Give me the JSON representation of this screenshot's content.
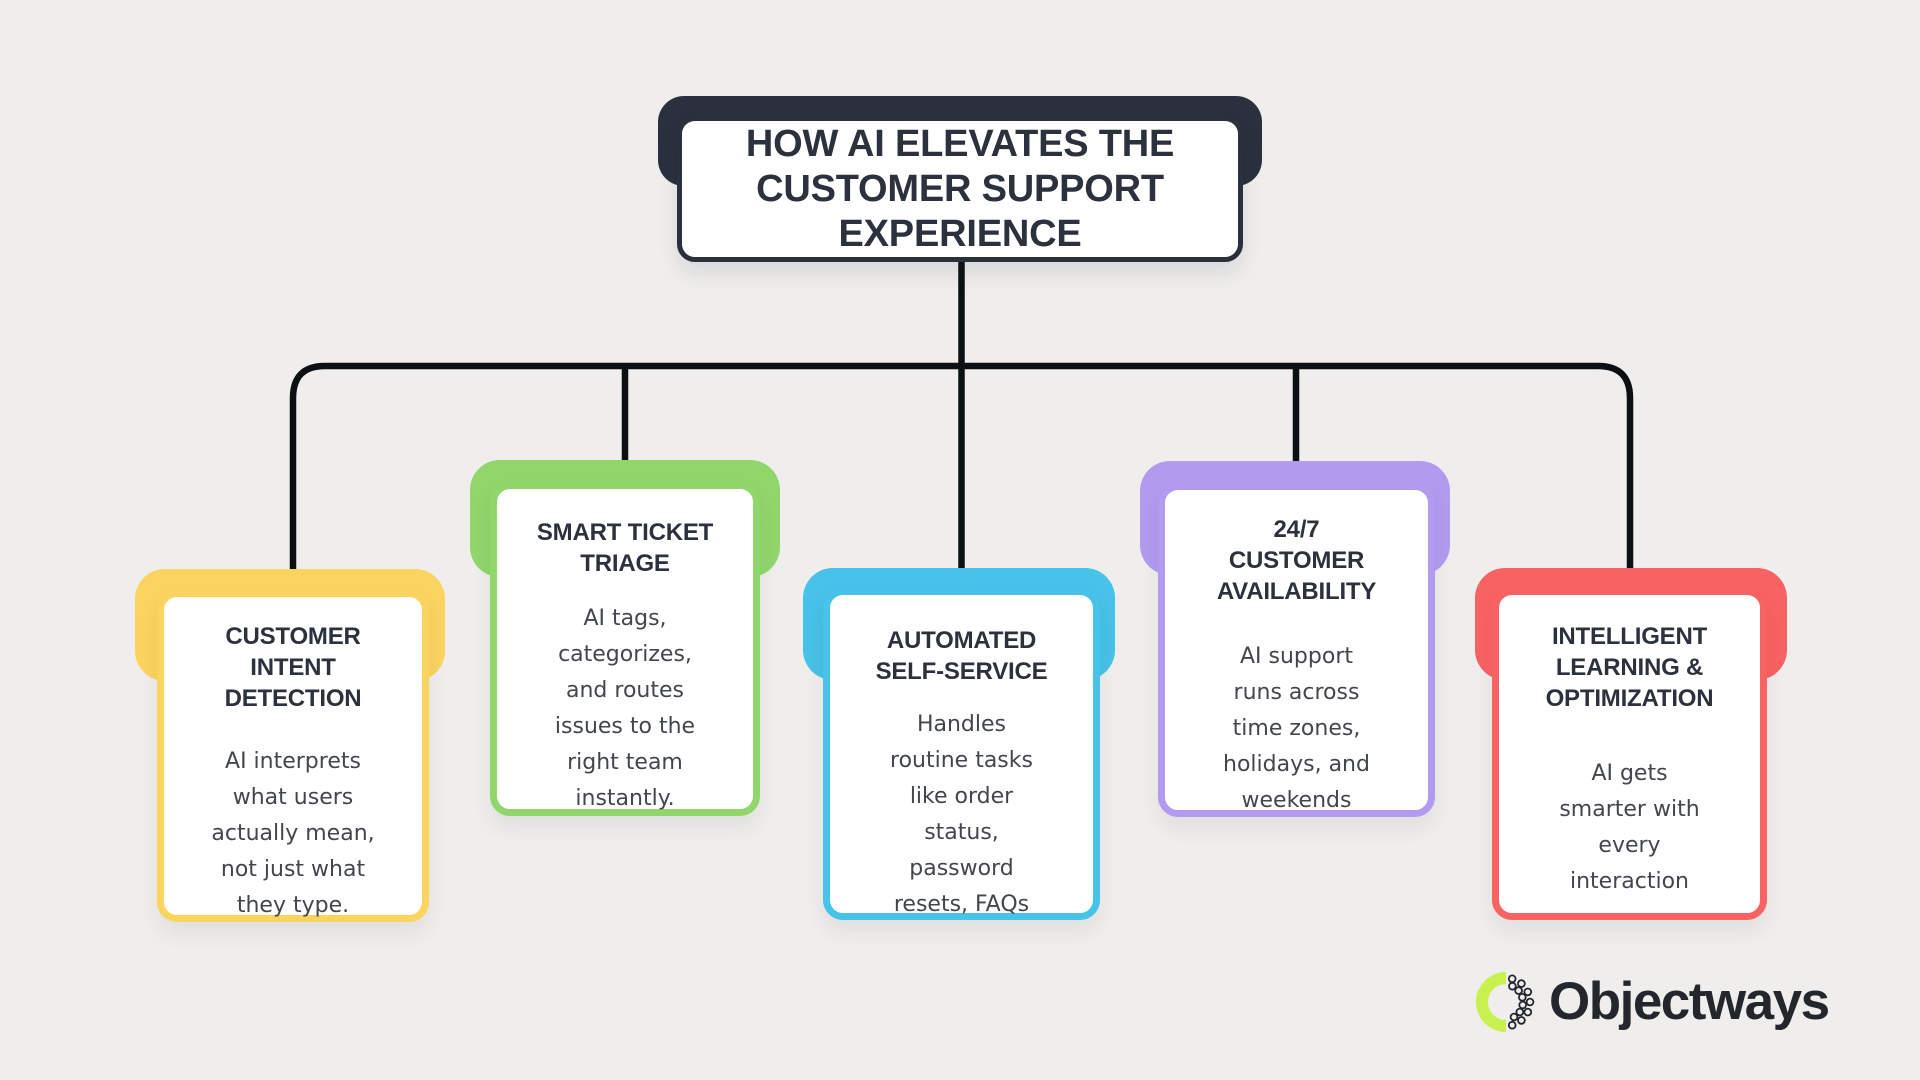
{
  "colors": {
    "background": "#efeeec",
    "connector": "#0d1013",
    "title_panel": "#2a303e",
    "heading_text": "#2b313d",
    "body_text": "#42474e"
  },
  "title": {
    "text": "HOW AI ELEVATES THE CUSTOMER SUPPORT EXPERIENCE"
  },
  "cards": [
    {
      "heading": "CUSTOMER INTENT DETECTION",
      "body": "AI interprets what users actually mean, not just what they type.",
      "accent": "#fbd35f"
    },
    {
      "heading": "SMART TICKET TRIAGE",
      "body": "AI tags, categorizes, and routes issues to the right team instantly.",
      "accent": "#90d66b"
    },
    {
      "heading": "AUTOMATED SELF-SERVICE",
      "body": "Handles routine tasks like order status, password resets, FAQs",
      "accent": "#47c2e8"
    },
    {
      "heading": "24/7 CUSTOMER AVAILABILITY",
      "body": "AI support runs across time zones, holidays, and weekends",
      "accent": "#b29bef"
    },
    {
      "heading": "INTELLIGENT LEARNING & OPTIMIZATION",
      "body": "AI gets smarter with every interaction",
      "accent": "#f96263"
    }
  ],
  "logo": {
    "text": "Objectways",
    "ring_lime": "#c8f150",
    "ring_dark": "#23272d"
  }
}
